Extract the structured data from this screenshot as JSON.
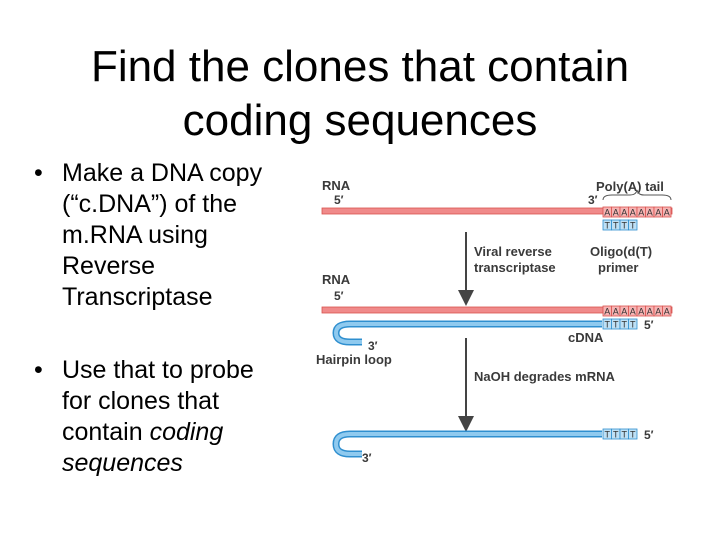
{
  "slide": {
    "title_line1": "Find the clones that contain",
    "title_line2": "coding sequences",
    "bullet1": {
      "lines": [
        "Make a DNA copy",
        "(“c.DNA”) of the",
        "m.RNA using",
        "Reverse",
        "Transcriptase"
      ]
    },
    "bullet2": {
      "line1": "Use that to probe",
      "line2": "for clones that",
      "line3_plain": "contain ",
      "line3_italic": "coding",
      "line4_italic": "sequences"
    },
    "bullet_glyph": "•"
  },
  "figure": {
    "rna_label": "RNA",
    "five_prime": "5′",
    "three_prime": "3′",
    "polya_tail": "Poly(A) tail",
    "viral_rt_line1": "Viral reverse",
    "viral_rt_line2": "transcriptase",
    "oligo_line1": "Oligo(d(T)",
    "oligo_line2": "primer",
    "cdna": "cDNA",
    "hairpin": "Hairpin loop",
    "naoh": "NaOH degrades mRNA",
    "base_a": "A",
    "base_t": "T",
    "colors": {
      "rna": "#f08a8a",
      "rna_dark": "#d9534f",
      "dna": "#7fc1e8",
      "dna_dark": "#2f8fcf",
      "arrow": "#444444"
    }
  }
}
